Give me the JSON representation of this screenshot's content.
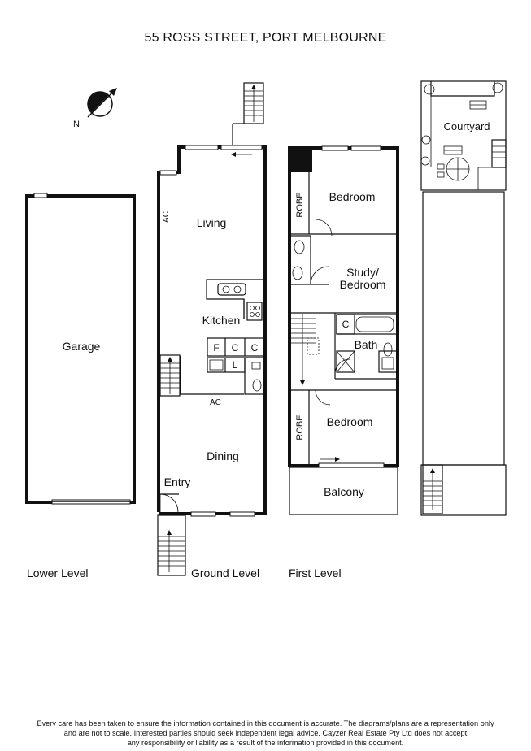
{
  "title": "55 ROSS STREET, PORT MELBOURNE",
  "compass": {
    "label": "N",
    "icon": "north-arrow-icon"
  },
  "levels": {
    "lower": "Lower Level",
    "ground": "Ground Level",
    "first": "First Level"
  },
  "rooms": {
    "garage": "Garage",
    "living": "Living",
    "kitchen": "Kitchen",
    "dining": "Dining",
    "entry": "Entry",
    "ac_ground_upper": "AC",
    "ac_ground_lower": "AC",
    "fridge": "F",
    "cupboard1": "C",
    "cupboard2": "C",
    "laundry": "L",
    "bedroom_upper": "Bedroom",
    "robe_upper": "ROBE",
    "study_line1": "Study/",
    "study_line2": "Bedroom",
    "bath": "Bath",
    "bath_cupboard": "C",
    "bedroom_lower": "Bedroom",
    "robe_lower": "ROBE",
    "balcony": "Balcony",
    "courtyard": "Courtyard"
  },
  "footer": {
    "line1": "Every care has been taken to ensure the information contained in this document is accurate. The diagrams/plans are a representation only",
    "line2": "and are not to scale. Interested parties should seek independent legal advice. Cayzer Real Estate Pty Ltd does not accept",
    "line3": "any responsibility or liability as a result of the information provided in this document."
  }
}
